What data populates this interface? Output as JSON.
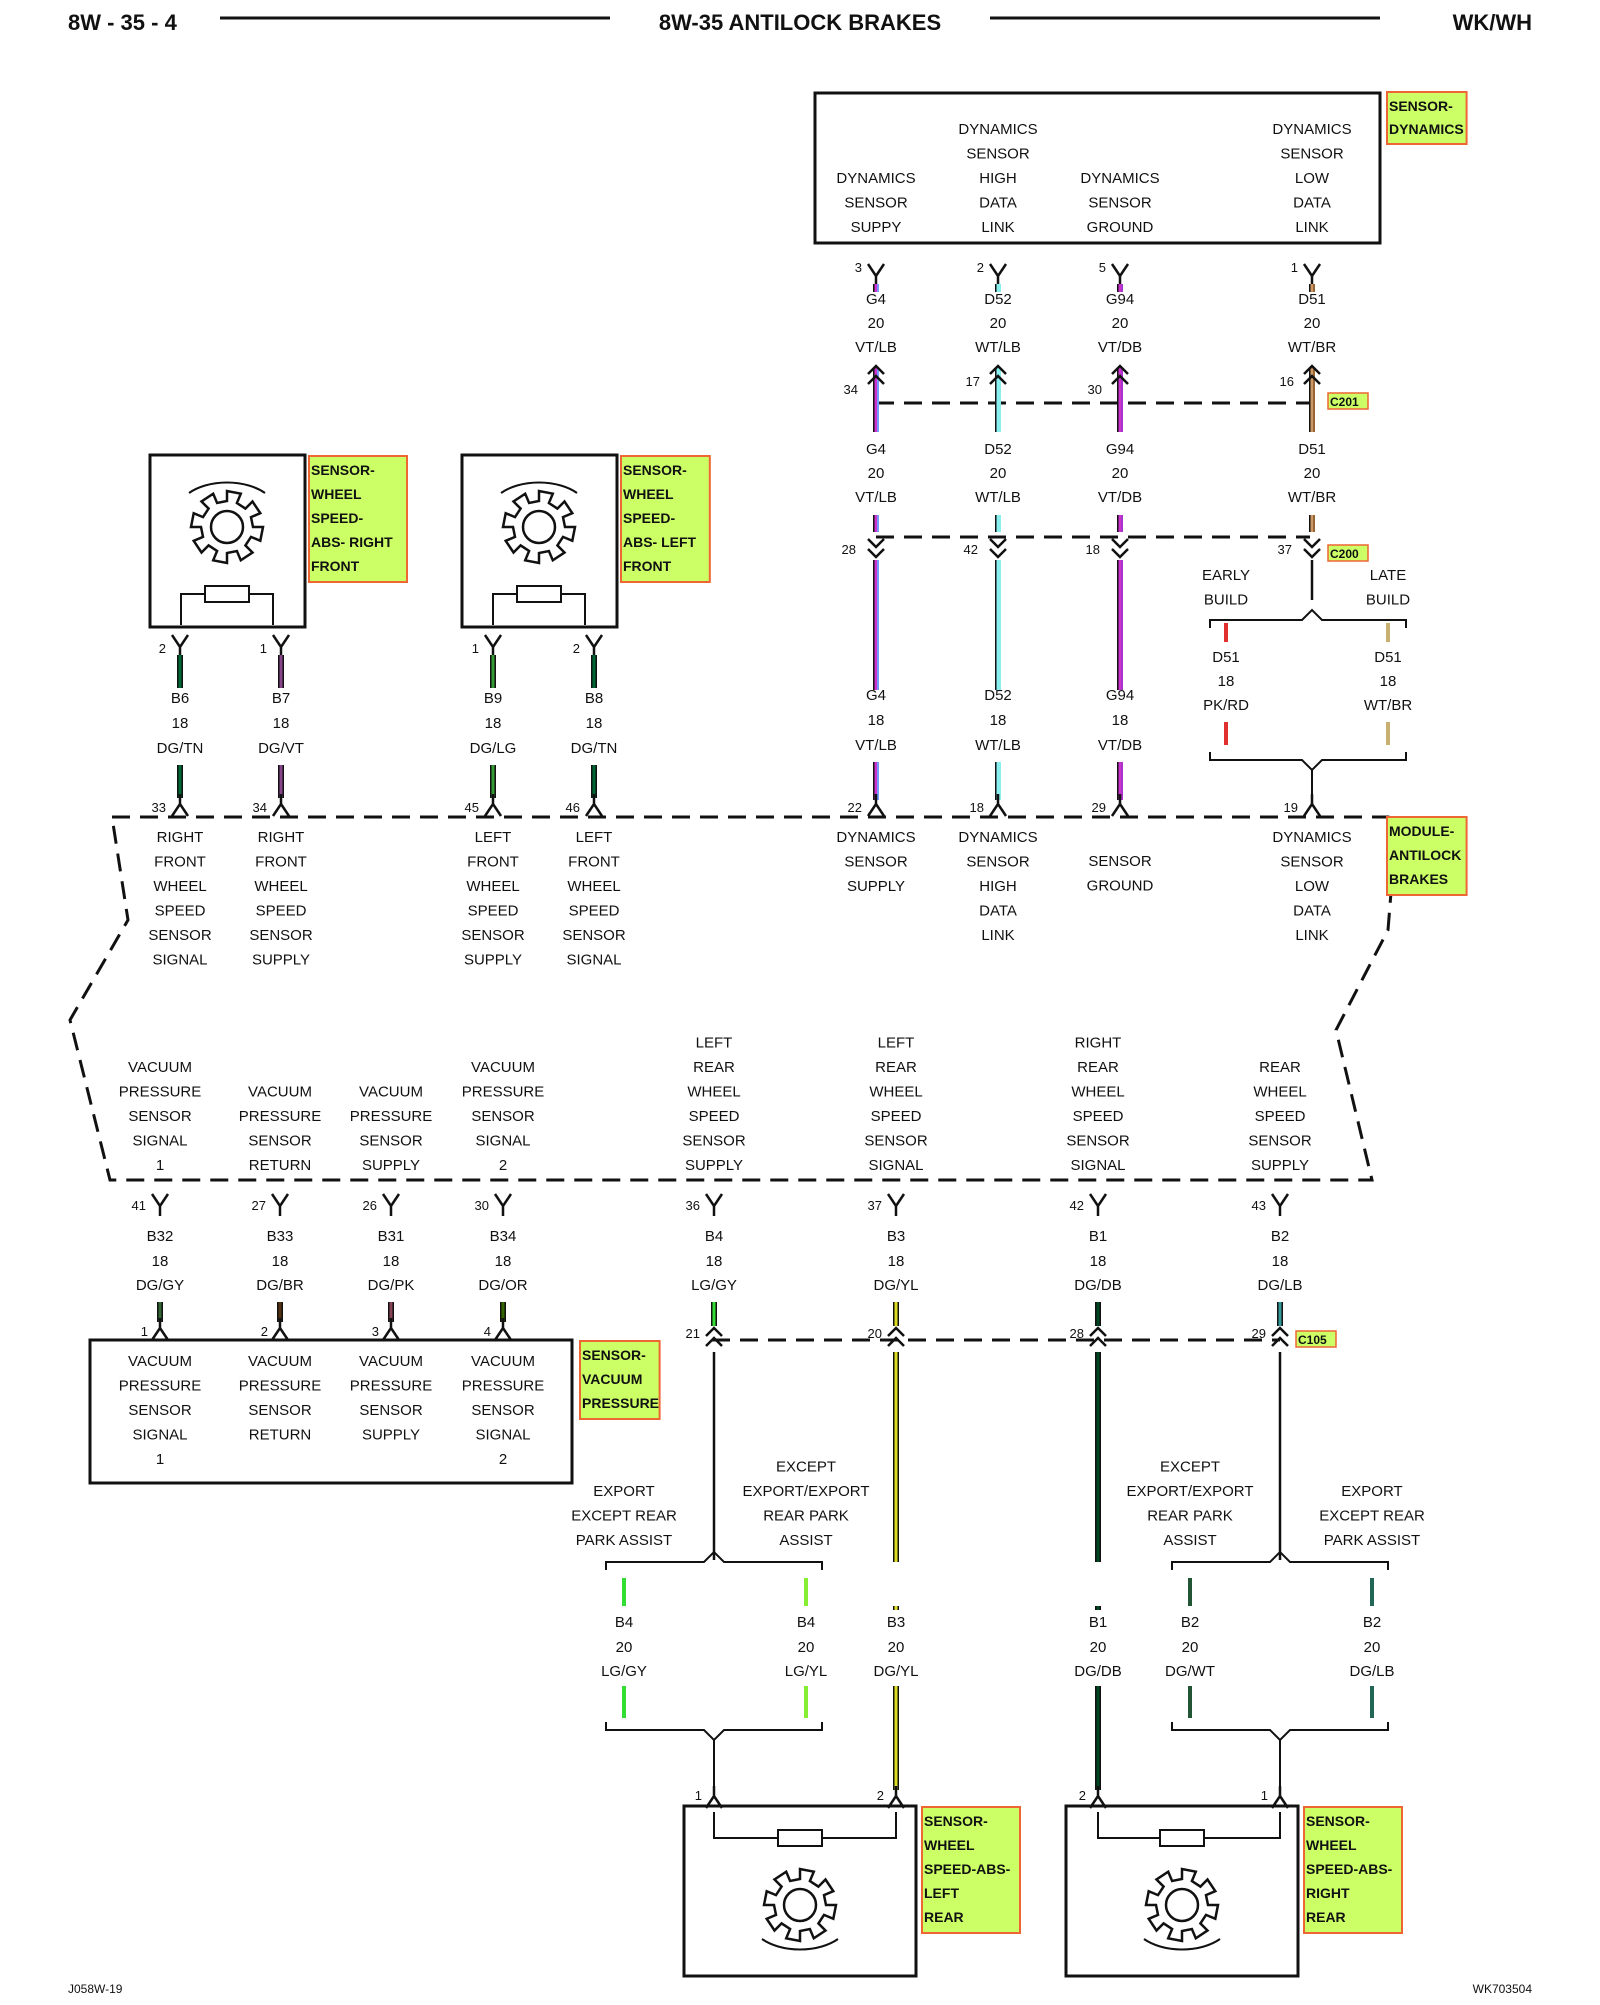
{
  "header": {
    "page": "8W - 35 - 4",
    "title": "8W-35 ANTILOCK BRAKES",
    "model": "WK/WH"
  },
  "footer": {
    "left": "J058W-19",
    "right": "WK703504"
  },
  "components": {
    "dynamics_sensor": {
      "label": [
        "SENSOR-",
        "DYNAMICS"
      ]
    },
    "wheel_rf": {
      "label": [
        "SENSOR-",
        "WHEEL",
        "SPEED-",
        "ABS- RIGHT",
        "FRONT"
      ]
    },
    "wheel_lf": {
      "label": [
        "SENSOR-",
        "WHEEL",
        "SPEED-",
        "ABS- LEFT",
        "FRONT"
      ]
    },
    "abs_module": {
      "label": [
        "MODULE-",
        "ANTILOCK",
        "BRAKES"
      ]
    },
    "vacuum_sensor": {
      "label": [
        "SENSOR-",
        "VACUUM",
        "PRESSURE"
      ]
    },
    "wheel_lr": {
      "label": [
        "SENSOR-",
        "WHEEL",
        "SPEED-ABS-",
        "LEFT",
        "REAR"
      ]
    },
    "wheel_rr": {
      "label": [
        "SENSOR-",
        "WHEEL",
        "SPEED-ABS-",
        "RIGHT",
        "REAR"
      ]
    }
  },
  "connectors": [
    "C201",
    "C200",
    "C105"
  ],
  "dynamics_pins": [
    {
      "lines": [
        "DYNAMICS",
        "SENSOR",
        "SUPPY"
      ]
    },
    {
      "lines": [
        "DYNAMICS",
        "SENSOR",
        "HIGH",
        "DATA",
        "LINK"
      ]
    },
    {
      "lines": [
        "DYNAMICS",
        "SENSOR",
        "GROUND"
      ]
    },
    {
      "lines": [
        "DYNAMICS",
        "SENSOR",
        "LOW",
        "DATA",
        "LINK"
      ]
    }
  ],
  "dynamics_wires": [
    {
      "top_pin": "3",
      "c201": "34",
      "c200": "28",
      "mod": "22",
      "circuit": "G4",
      "gauge_up": "20",
      "gauge_dn": "18",
      "color": "VT/LB",
      "colors": [
        "#cc33cc",
        "#7799ff"
      ]
    },
    {
      "top_pin": "2",
      "c201": "17",
      "c200": "42",
      "mod": "18",
      "circuit": "D52",
      "gauge_up": "20",
      "gauge_dn": "18",
      "color": "WT/LB",
      "colors": [
        "#88eeee",
        "#88eeee"
      ]
    },
    {
      "top_pin": "5",
      "c201": "30",
      "c200": "18",
      "mod": "29",
      "circuit": "G94",
      "gauge_up": "20",
      "gauge_dn": "18",
      "color": "VT/DB",
      "colors": [
        "#cc33cc",
        "#aa33cc"
      ]
    },
    {
      "top_pin": "1",
      "c201": "16",
      "c200": "37",
      "mod": "19",
      "circuit": "D51",
      "gauge_up": "20",
      "gauge_dn": "",
      "color": "WT/BR",
      "colors": [
        "#cc9966",
        "#996633"
      ]
    }
  ],
  "d51_split": {
    "early": {
      "label": [
        "EARLY",
        "BUILD"
      ],
      "circuit": "D51",
      "gauge": "18",
      "color": "PK/RD",
      "hex": "#e03030"
    },
    "late": {
      "label": [
        "LATE",
        "BUILD"
      ],
      "circuit": "D51",
      "gauge": "18",
      "color": "WT/BR",
      "hex": "#c8b070"
    }
  },
  "front_wires": [
    {
      "sensor_pin": "2",
      "mod_pin": "33",
      "circuit": "B6",
      "gauge": "18",
      "color": "DG/TN",
      "hex": "#006633",
      "func": [
        "RIGHT",
        "FRONT",
        "WHEEL",
        "SPEED",
        "SENSOR",
        "SIGNAL"
      ]
    },
    {
      "sensor_pin": "1",
      "mod_pin": "34",
      "circuit": "B7",
      "gauge": "18",
      "color": "DG/VT",
      "hex": "#884488",
      "func": [
        "RIGHT",
        "FRONT",
        "WHEEL",
        "SPEED",
        "SENSOR",
        "SUPPLY"
      ]
    },
    {
      "sensor_pin": "1",
      "mod_pin": "45",
      "circuit": "B9",
      "gauge": "18",
      "color": "DG/LG",
      "hex": "#339933",
      "func": [
        "LEFT",
        "FRONT",
        "WHEEL",
        "SPEED",
        "SENSOR",
        "SUPPLY"
      ]
    },
    {
      "sensor_pin": "2",
      "mod_pin": "46",
      "circuit": "B8",
      "gauge": "18",
      "color": "DG/TN",
      "hex": "#006633",
      "func": [
        "LEFT",
        "FRONT",
        "WHEEL",
        "SPEED",
        "SENSOR",
        "SIGNAL"
      ]
    }
  ],
  "module_dyn_func": [
    [
      "DYNAMICS",
      "SENSOR",
      "SUPPLY"
    ],
    [
      "DYNAMICS",
      "SENSOR",
      "HIGH",
      "DATA",
      "LINK"
    ],
    [
      "SENSOR",
      "GROUND"
    ],
    [
      "DYNAMICS",
      "SENSOR",
      "LOW",
      "DATA",
      "LINK"
    ]
  ],
  "vacuum_wires": [
    {
      "mod_pin": "41",
      "sensor_pin": "1",
      "circuit": "B32",
      "gauge": "18",
      "color": "DG/GY",
      "hex": "#336633",
      "func": [
        "VACUUM",
        "PRESSURE",
        "SENSOR",
        "SIGNAL",
        "1"
      ]
    },
    {
      "mod_pin": "27",
      "sensor_pin": "2",
      "circuit": "B33",
      "gauge": "18",
      "color": "DG/BR",
      "hex": "#553311",
      "func": [
        "VACUUM",
        "PRESSURE",
        "SENSOR",
        "RETURN"
      ]
    },
    {
      "mod_pin": "26",
      "sensor_pin": "3",
      "circuit": "B31",
      "gauge": "18",
      "color": "DG/PK",
      "hex": "#884455",
      "func": [
        "VACUUM",
        "PRESSURE",
        "SENSOR",
        "SUPPLY"
      ]
    },
    {
      "mod_pin": "30",
      "sensor_pin": "4",
      "circuit": "B34",
      "gauge": "18",
      "color": "DG/OR",
      "hex": "#336600",
      "func": [
        "VACUUM",
        "PRESSURE",
        "SENSOR",
        "SIGNAL",
        "2"
      ]
    }
  ],
  "vacuum_sensor_pins": [
    [
      "VACUUM",
      "PRESSURE",
      "SENSOR",
      "SIGNAL",
      "1"
    ],
    [
      "VACUUM",
      "PRESSURE",
      "SENSOR",
      "RETURN"
    ],
    [
      "VACUUM",
      "PRESSURE",
      "SENSOR",
      "SUPPLY"
    ],
    [
      "VACUUM",
      "PRESSURE",
      "SENSOR",
      "SIGNAL",
      "2"
    ]
  ],
  "rear_wires": [
    {
      "mod_pin": "36",
      "c105": "21",
      "circuit": "B4",
      "gauge": "18",
      "color": "LG/GY",
      "hex": "#33dd33",
      "func": [
        "LEFT",
        "REAR",
        "WHEEL",
        "SPEED",
        "SENSOR",
        "SUPPLY"
      ]
    },
    {
      "mod_pin": "37",
      "c105": "20",
      "circuit": "B3",
      "gauge": "18",
      "color": "DG/YL",
      "hex": "#dddd22",
      "func": [
        "LEFT",
        "REAR",
        "WHEEL",
        "SPEED",
        "SENSOR",
        "SIGNAL"
      ]
    },
    {
      "mod_pin": "42",
      "c105": "28",
      "circuit": "B1",
      "gauge": "18",
      "color": "DG/DB",
      "hex": "#004422",
      "func": [
        "RIGHT",
        "REAR",
        "WHEEL",
        "SPEED",
        "SENSOR",
        "SIGNAL"
      ]
    },
    {
      "mod_pin": "43",
      "c105": "29",
      "circuit": "B2",
      "gauge": "18",
      "color": "DG/LB",
      "hex": "#339999",
      "func": [
        "REAR",
        "WHEEL",
        "SPEED",
        "SENSOR",
        "SUPPLY"
      ]
    }
  ],
  "rear_branches": [
    {
      "label": [
        "EXPORT",
        "EXCEPT REAR",
        "PARK ASSIST"
      ],
      "circuit": "B4",
      "gauge": "20",
      "color": "LG/GY",
      "hex": "#33dd33"
    },
    {
      "label": [
        "EXCEPT",
        "EXPORT/EXPORT",
        "REAR PARK",
        "ASSIST"
      ],
      "circuit": "B4",
      "gauge": "20",
      "color": "LG/YL",
      "hex": "#88ee33"
    },
    {
      "label": [],
      "circuit": "B3",
      "gauge": "20",
      "color": "DG/YL",
      "hex": "#dddd22"
    },
    {
      "label": [],
      "circuit": "B1",
      "gauge": "20",
      "color": "DG/DB",
      "hex": "#004422"
    },
    {
      "label": [
        "EXCEPT",
        "EXPORT/EXPORT",
        "REAR PARK",
        "ASSIST"
      ],
      "circuit": "B2",
      "gauge": "20",
      "color": "DG/WT",
      "hex": "#225533"
    },
    {
      "label": [
        "EXPORT",
        "EXCEPT REAR",
        "PARK ASSIST"
      ],
      "circuit": "B2",
      "gauge": "20",
      "color": "DG/LB",
      "hex": "#226655"
    }
  ],
  "rear_sensor_pins": {
    "left": [
      "1",
      "2"
    ],
    "right": [
      "2",
      "1"
    ]
  },
  "style": {
    "tag_fill": "#ccff66",
    "tag_border": "#ee6633",
    "ink": "#111111"
  }
}
